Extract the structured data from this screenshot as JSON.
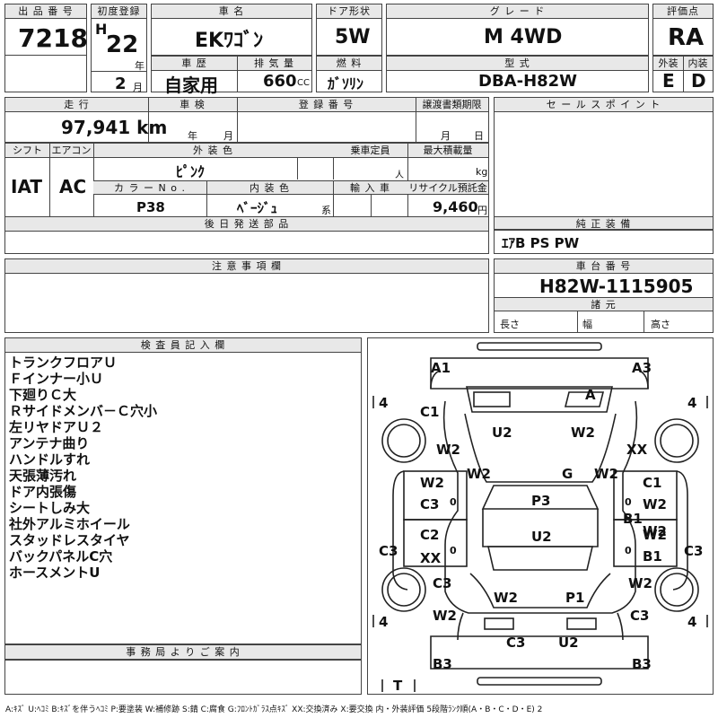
{
  "labels": {
    "lot_no": "出 品 番 号",
    "first_reg": "初度登録",
    "car_name": "車 名",
    "door": "ドア形状",
    "grade": "グ レ ー ド",
    "score": "評価点",
    "car_history": "車 歴",
    "displacement": "排 気 量",
    "fuel": "燃 料",
    "model_code": "型 式",
    "exterior": "外装",
    "interior": "内装",
    "year": "年",
    "month": "月",
    "mileage": "走 行",
    "shaken": "車 検",
    "reg_no": "登 録 番 号",
    "transfer_deadline": "譲渡書類期限",
    "sales_point": "セ ー ル ス ポ イ ン ト",
    "shift": "シフト",
    "aircon": "エアコン",
    "exterior_color": "外 装 色",
    "capacity": "乗車定員",
    "max_load": "最大積載量",
    "color_no": "カ ラ ー N o .",
    "interior_color": "内 装 色",
    "importer": "輸 入 車",
    "recycle": "リサイクル預託金",
    "person_unit": "人",
    "kg_unit": "kg",
    "kei": "系",
    "yen": "円",
    "cc": "CC",
    "later_parts": "後 日 発 送 部 品",
    "genuine_equipment": "純 正 装 備",
    "notes": "注 意 事 項 欄",
    "chassis_no": "車 台 番 号",
    "specs": "諸 元",
    "length": "長さ",
    "width": "幅",
    "height": "高さ",
    "inspector": "検 査 員 記 入 欄",
    "office_notice": "事 務 局 よ り ご 案 内",
    "shaken_year": "年",
    "shaken_month": "月",
    "deadline_month": "月",
    "deadline_day": "日"
  },
  "vehicle": {
    "lot_no": "7218",
    "era": "H",
    "reg_year": "22",
    "reg_month": "2",
    "car_name": "EKﾜｺﾞﾝ",
    "door": "5W",
    "grade": "M 4WD",
    "score": "RA",
    "history": "自家用",
    "displacement": "660",
    "fuel": "ｶﾞｿﾘﾝ",
    "model_code": "DBA-H82W",
    "exterior_grade": "E",
    "interior_grade": "D",
    "mileage": "97,941 km",
    "shift": "IAT",
    "aircon": "AC",
    "color": "ﾋﾟﾝｸ",
    "color_no": "P38",
    "interior_color": "ﾍﾞｰｼﾞｭ",
    "recycle": "9,460",
    "equipment": "ｴｱB PS PW",
    "chassis_no": "H82W-1115905"
  },
  "inspection_notes": [
    "トランクフロアＵ",
    "Ｆインナー小Ｕ",
    "下廻りＣ大",
    "Ｒサイドメンバ－Ｃ穴小",
    "左リヤドアＵ２",
    "アンテナ曲り",
    "ハンドルすれ",
    "天張薄汚れ",
    "ドア内張傷",
    "シートしみ大",
    "社外アルミホイール",
    "スタッドレスタイヤ",
    "バックパネルC穴",
    "ホースメントU"
  ],
  "diagram": {
    "marks": [
      "A1",
      "A3",
      "A",
      "C1",
      "U2",
      "W2",
      "W2",
      "XX",
      "W2",
      "W2",
      "G",
      "W2",
      "C1",
      "W2",
      "C3",
      "P3",
      "W2",
      "B1",
      "C3",
      "C2",
      "U2",
      "W2",
      "C3",
      "XX",
      "B1",
      "C3",
      "W2",
      "W2",
      "P1",
      "W2",
      "C3",
      "C3",
      "U2",
      "B3",
      "B3"
    ],
    "tire_marks": [
      "4",
      "4",
      "4",
      "4"
    ],
    "spare": "T",
    "zero_marks": [
      "0",
      "0",
      "0",
      "0"
    ]
  },
  "legend": "A:ｷｽﾞ U:ﾍｺﾐ B:ｷｽﾞを伴うﾍｺﾐ P:要塗装 W:補修跡 S:錆 C:腐食 G:ﾌﾛﾝﾄｶﾞﾗｽ点ｷｽﾞ XX:交換済み X:要交換  内・外装評価 5段階ﾗﾝｸ順(A・B・C・D・E) 2"
}
